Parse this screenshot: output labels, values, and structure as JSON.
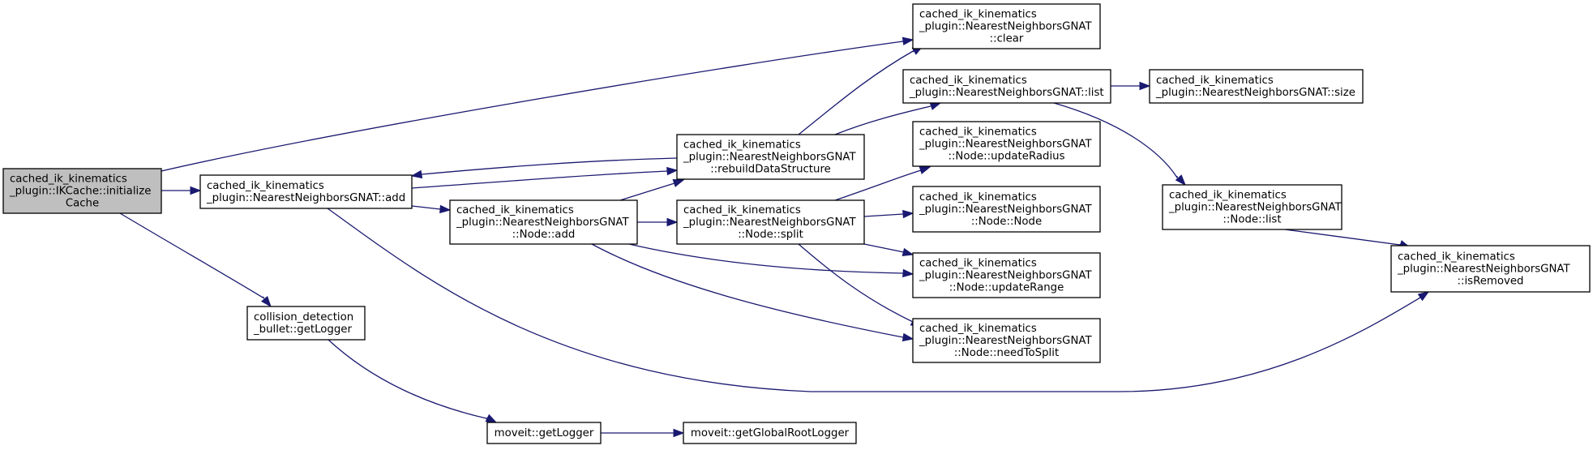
{
  "diagram": {
    "type": "call-graph",
    "edge_color": "#191970",
    "root_fill": "#bfbfbf",
    "nodes": [
      {
        "id": "initializeCache",
        "root": true,
        "lines": [
          "cached_ik_kinematics",
          "_plugin::IKCache::initialize",
          "Cache"
        ]
      },
      {
        "id": "gnat_add",
        "lines": [
          "cached_ik_kinematics",
          "_plugin::NearestNeighborsGNAT::add"
        ]
      },
      {
        "id": "collision_getLogger",
        "lines": [
          "collision_detection",
          "_bullet::getLogger"
        ]
      },
      {
        "id": "node_add",
        "lines": [
          "cached_ik_kinematics",
          "_plugin::NearestNeighborsGNAT",
          "::Node::add"
        ]
      },
      {
        "id": "rebuildDataStructure",
        "lines": [
          "cached_ik_kinematics",
          "_plugin::NearestNeighborsGNAT",
          "::rebuildDataStructure"
        ]
      },
      {
        "id": "node_split",
        "lines": [
          "cached_ik_kinematics",
          "_plugin::NearestNeighborsGNAT",
          "::Node::split"
        ]
      },
      {
        "id": "clear",
        "lines": [
          "cached_ik_kinematics",
          "_plugin::NearestNeighborsGNAT",
          "::clear"
        ]
      },
      {
        "id": "list",
        "lines": [
          "cached_ik_kinematics",
          "_plugin::NearestNeighborsGNAT::list"
        ]
      },
      {
        "id": "size",
        "lines": [
          "cached_ik_kinematics",
          "_plugin::NearestNeighborsGNAT::size"
        ]
      },
      {
        "id": "updateRadius",
        "lines": [
          "cached_ik_kinematics",
          "_plugin::NearestNeighborsGNAT",
          "::Node::updateRadius"
        ]
      },
      {
        "id": "node_node",
        "lines": [
          "cached_ik_kinematics",
          "_plugin::NearestNeighborsGNAT",
          "::Node::Node"
        ]
      },
      {
        "id": "updateRange",
        "lines": [
          "cached_ik_kinematics",
          "_plugin::NearestNeighborsGNAT",
          "::Node::updateRange"
        ]
      },
      {
        "id": "needToSplit",
        "lines": [
          "cached_ik_kinematics",
          "_plugin::NearestNeighborsGNAT",
          "::Node::needToSplit"
        ]
      },
      {
        "id": "node_list",
        "lines": [
          "cached_ik_kinematics",
          "_plugin::NearestNeighborsGNAT",
          "::Node::list"
        ]
      },
      {
        "id": "isRemoved",
        "lines": [
          "cached_ik_kinematics",
          "_plugin::NearestNeighborsGNAT",
          "::isRemoved"
        ]
      },
      {
        "id": "moveit_getLogger",
        "lines": [
          "moveit::getLogger"
        ]
      },
      {
        "id": "getGlobalRootLogger",
        "lines": [
          "moveit::getGlobalRootLogger"
        ]
      }
    ],
    "edges": [
      {
        "from": "initializeCache",
        "to": "gnat_add"
      },
      {
        "from": "initializeCache",
        "to": "clear"
      },
      {
        "from": "initializeCache",
        "to": "collision_getLogger"
      },
      {
        "from": "gnat_add",
        "to": "node_add"
      },
      {
        "from": "gnat_add",
        "to": "rebuildDataStructure"
      },
      {
        "from": "gnat_add",
        "to": "isRemoved"
      },
      {
        "from": "rebuildDataStructure",
        "to": "gnat_add"
      },
      {
        "from": "rebuildDataStructure",
        "to": "clear"
      },
      {
        "from": "rebuildDataStructure",
        "to": "list"
      },
      {
        "from": "node_add",
        "to": "rebuildDataStructure"
      },
      {
        "from": "node_add",
        "to": "node_split"
      },
      {
        "from": "node_add",
        "to": "updateRange"
      },
      {
        "from": "node_add",
        "to": "needToSplit"
      },
      {
        "from": "node_split",
        "to": "updateRadius"
      },
      {
        "from": "node_split",
        "to": "node_node"
      },
      {
        "from": "node_split",
        "to": "updateRange"
      },
      {
        "from": "node_split",
        "to": "needToSplit"
      },
      {
        "from": "list",
        "to": "size"
      },
      {
        "from": "list",
        "to": "node_list"
      },
      {
        "from": "node_list",
        "to": "isRemoved"
      },
      {
        "from": "collision_getLogger",
        "to": "moveit_getLogger"
      },
      {
        "from": "moveit_getLogger",
        "to": "getGlobalRootLogger"
      }
    ]
  }
}
